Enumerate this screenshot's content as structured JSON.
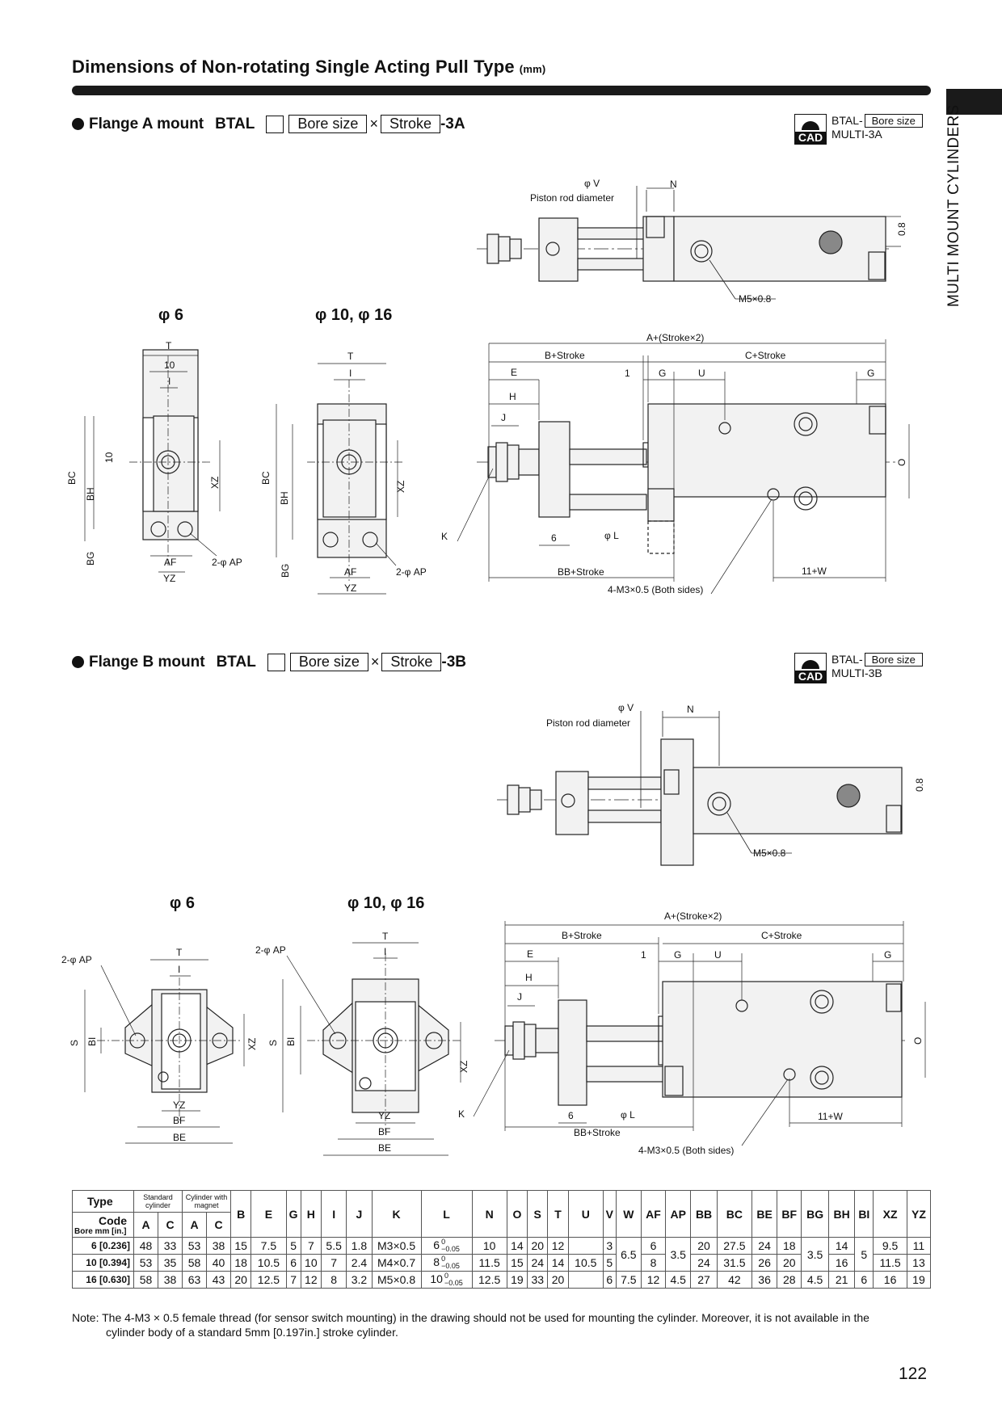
{
  "page": {
    "title": "Dimensions of Non-rotating Single Acting Pull Type",
    "title_unit": "(mm)",
    "side_tab": "MULTI MOUNT CYLINDERS",
    "page_number": "122"
  },
  "flange_a": {
    "label": "Flange A mount",
    "code": "BTAL",
    "bore_box": "Bore size",
    "times": "×",
    "stroke_box": "Stroke",
    "suffix": "-3A",
    "cad_label": "CAD",
    "cad_line1": "BTAL-",
    "cad_bore": "Bore size",
    "cad_line2": "MULTI-3A"
  },
  "flange_b": {
    "label": "Flange B mount",
    "code": "BTAL",
    "bore_box": "Bore size",
    "times": "×",
    "stroke_box": "Stroke",
    "suffix": "-3B",
    "cad_label": "CAD",
    "cad_line1": "BTAL-",
    "cad_bore": "Bore size",
    "cad_line2": "MULTI-3B"
  },
  "drawing_labels": {
    "phi_v": "φ V",
    "phi_v_lower": "φ V",
    "piston_rod_diameter": "Piston rod diameter",
    "n": "N",
    "m5": "M5×0.8",
    "dim_08": "0.8",
    "phi6": "φ 6",
    "phi10_16": "φ 10, φ 16",
    "t": "T",
    "ten": "10",
    "i": "I",
    "bc": "BC",
    "bh": "BH",
    "bg": "BG",
    "xz": "XZ",
    "af": "AF",
    "yz": "YZ",
    "two_phi_ap": "2-φ AP",
    "a_stroke": "A+(Stroke×2)",
    "b_stroke": "B+Stroke",
    "c_stroke": "C+Stroke",
    "e": "E",
    "one": "1",
    "g": "G",
    "u": "U",
    "h": "H",
    "j": "J",
    "o": "O",
    "k": "K",
    "six": "6",
    "phi_l": "φ L",
    "bb_stroke": "BB+Stroke",
    "eleven_w": "11+W",
    "m3": "4-M3×0.5 (Both sides)",
    "s": "S",
    "bi": "BI",
    "bf": "BF",
    "be": "BE"
  },
  "table": {
    "type_label": "Type",
    "std_cyl": "Standard cylinder",
    "cyl_magnet": "Cylinder with magnet",
    "code_label": "Code",
    "bore_label": "Bore mm [in.]",
    "columns": [
      "A",
      "C",
      "A",
      "C",
      "B",
      "E",
      "G",
      "H",
      "I",
      "J",
      "K",
      "L",
      "N",
      "O",
      "S",
      "T",
      "U",
      "V",
      "W",
      "AF",
      "AP",
      "BB",
      "BC",
      "BE",
      "BF",
      "BG",
      "BH",
      "BI",
      "XZ",
      "YZ"
    ],
    "tol_top": "0",
    "tol_bot": "−0.05",
    "rows": [
      {
        "bore": "6 [0.236]",
        "A": "48",
        "C": "33",
        "Am": "53",
        "Cm": "38",
        "B": "15",
        "E": "7.5",
        "G": "5",
        "H": "7",
        "I": "5.5",
        "J": "1.8",
        "K": "M3×0.5",
        "L": "6",
        "N": "10",
        "O": "14",
        "S": "20",
        "T": "12",
        "V": "3",
        "AF": "6",
        "BB": "20",
        "BC": "27.5",
        "BE": "24",
        "BF": "18",
        "BH": "14",
        "XZ": "9.5",
        "YZ": "11"
      },
      {
        "bore": "10 [0.394]",
        "A": "53",
        "C": "35",
        "Am": "58",
        "Cm": "40",
        "B": "18",
        "E": "10.5",
        "G": "6",
        "H": "10",
        "I": "7",
        "J": "2.4",
        "K": "M4×0.7",
        "L": "8",
        "N": "11.5",
        "O": "15",
        "S": "24",
        "T": "14",
        "U": "10.5",
        "V": "5",
        "AF": "8",
        "BB": "24",
        "BC": "31.5",
        "BE": "26",
        "BF": "20",
        "BH": "16",
        "XZ": "11.5",
        "YZ": "13"
      },
      {
        "bore": "16 [0.630]",
        "A": "58",
        "C": "38",
        "Am": "63",
        "Cm": "43",
        "B": "20",
        "E": "12.5",
        "G": "7",
        "H": "12",
        "I": "8",
        "J": "3.2",
        "K": "M5×0.8",
        "L": "10",
        "N": "12.5",
        "O": "19",
        "S": "33",
        "T": "20",
        "V": "6",
        "W": "7.5",
        "AF": "12",
        "AP": "4.5",
        "BB": "27",
        "BC": "42",
        "BE": "36",
        "BF": "28",
        "BG": "4.5",
        "BH": "21",
        "BI": "6",
        "XZ": "16",
        "YZ": "19"
      }
    ],
    "merged": {
      "W_1_2": "6.5",
      "AP_1_2": "3.5",
      "BG_1_2": "3.5",
      "BI_1_2": "5"
    }
  },
  "note": {
    "label": "Note:",
    "line1": "The 4-M3 × 0.5 female thread (for sensor switch mounting) in the drawing should not be used for mounting the cylinder. Moreover, it is not available in the",
    "line2": "cylinder body of a standard 5mm [0.197in.] stroke cylinder."
  }
}
